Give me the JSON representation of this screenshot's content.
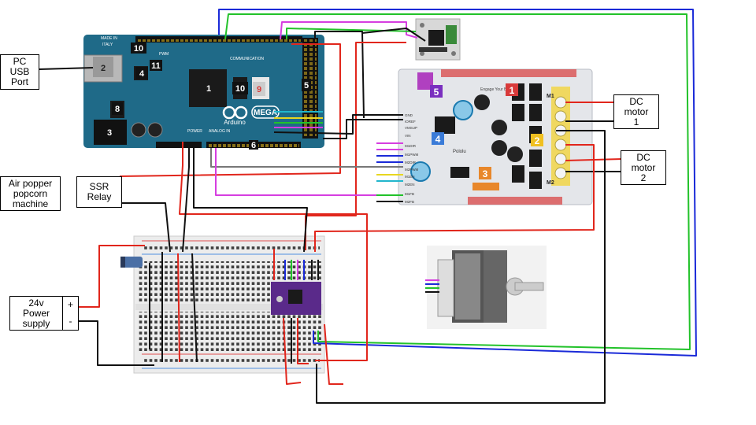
{
  "labels": {
    "pc_usb": "PC\nUSB\nPort",
    "air_popper": "Air popper\npopcorn\nmachine",
    "ssr": "SSR\nRelay",
    "power_supply": "24v\nPower\nsupply",
    "dc_motor_1": "DC\nmotor\n1",
    "dc_motor_2": "DC\nmotor\n2",
    "plus": "+",
    "minus": "-"
  },
  "arduino": {
    "made_in": "MADE IN",
    "italy": "ITALY",
    "mega": "MEGA",
    "brand": "Arduino",
    "communication": "COMMUNICATION",
    "power": "POWER",
    "analog_in": "ANALOG IN",
    "pwm": "PWM",
    "callouts": [
      "1",
      "2",
      "3",
      "4",
      "5",
      "6",
      "8",
      "9",
      "10",
      "10",
      "11"
    ]
  },
  "driver_board": {
    "brand": "Pololu",
    "title": "Engage Your Bit",
    "m1": "M1",
    "m2": "M2",
    "callouts": [
      "1",
      "2",
      "3",
      "4",
      "5"
    ],
    "pins": [
      "GND",
      "IOREF",
      "VMSUP",
      "VIN",
      "M1DIR",
      "M1PWM",
      "M2DIR",
      "M2PWM",
      "M1EN",
      "M2EN",
      "M1FB",
      "M2FB"
    ]
  },
  "colors": {
    "board_blue": "#1f6a88",
    "driver_bg": "#e4e6ea",
    "wire_red": "#e1261c",
    "wire_black": "#111111",
    "wire_blue": "#1a2ad8",
    "wire_green": "#22c22a",
    "wire_magenta": "#d63ee0",
    "wire_yellow": "#e8d620",
    "wire_cyan": "#22b6cc",
    "callout_purple": "#7a2fbf",
    "callout_orange": "#e8872a",
    "callout_yellow": "#f0c020",
    "callout_red": "#d83a3a",
    "callout_blue": "#3a7bd8",
    "stepper_driver": "#5a2a8a"
  }
}
